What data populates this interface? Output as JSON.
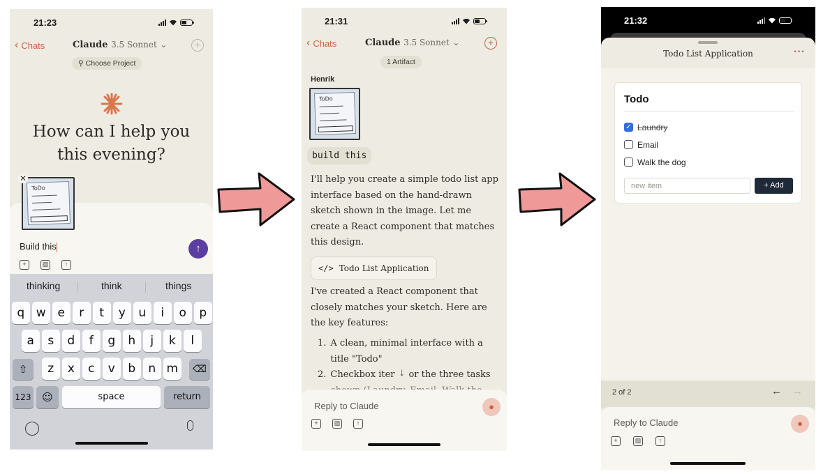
{
  "colors": {
    "accent": "#c96442",
    "background": "#eeece2",
    "send_button": "#5b3ea0",
    "arrow": "#ef9a98",
    "checkbox_checked": "#2f6fde",
    "add_button": "#1f2937"
  },
  "phone1": {
    "time": "21:23",
    "back_label": "Chats",
    "app_name": "Claude",
    "model": "3.5 Sonnet",
    "project_pill": "Choose Project",
    "greeting_line1": "How can I help you",
    "greeting_line2": "this evening?",
    "input_text": "Build this",
    "suggestions": [
      "thinking",
      "think",
      "things"
    ],
    "row1": [
      "q",
      "w",
      "e",
      "r",
      "t",
      "y",
      "u",
      "i",
      "o",
      "p"
    ],
    "row2": [
      "a",
      "s",
      "d",
      "f",
      "g",
      "h",
      "j",
      "k",
      "l"
    ],
    "row3": [
      "z",
      "x",
      "c",
      "v",
      "b",
      "n",
      "m"
    ],
    "key_123": "123",
    "key_space": "space",
    "key_return": "return"
  },
  "phone2": {
    "time": "21:31",
    "back_label": "Chats",
    "app_name": "Claude",
    "model": "3.5 Sonnet",
    "artifact_pill": "1 Artifact",
    "user_name": "Henrik",
    "user_message": "build this",
    "reply_p1": "I'll help you create a simple todo list app interface based on the hand-drawn sketch shown in the image. Let me create a React component that matches this design.",
    "artifact_label": "Todo List Application",
    "reply_p2": "I've created a React component that closely matches your sketch. Here are the key features:",
    "list_item1": "A clean, minimal interface with a title \"Todo\"",
    "list_item2": "Checkbox iter",
    "list_item2_cont": "or the three tasks",
    "list_item3_partial": "shown (Laundry, Email, Walk the",
    "reply_placeholder": "Reply to Claude"
  },
  "phone3": {
    "time": "21:32",
    "title": "Todo List Application",
    "more": "···",
    "todo_title": "Todo",
    "items": [
      {
        "label": "Laundry",
        "checked": true
      },
      {
        "label": "Email",
        "checked": false
      },
      {
        "label": "Walk the dog",
        "checked": false
      }
    ],
    "new_item_placeholder": "new item",
    "add_label": "+ Add",
    "pager": "2 of 2",
    "reply_placeholder": "Reply to Claude"
  }
}
